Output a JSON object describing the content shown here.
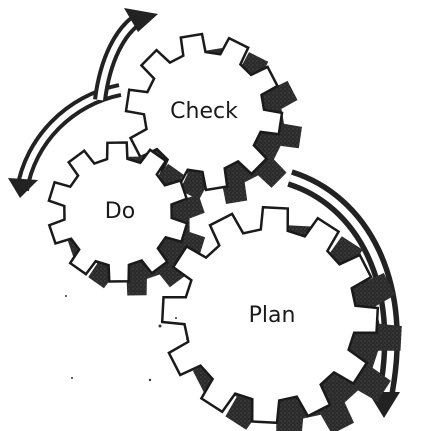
{
  "diagram": {
    "gears": [
      {
        "id": "check",
        "label": "Check"
      },
      {
        "id": "do",
        "label": "Do"
      },
      {
        "id": "plan",
        "label": "Plan"
      }
    ]
  }
}
